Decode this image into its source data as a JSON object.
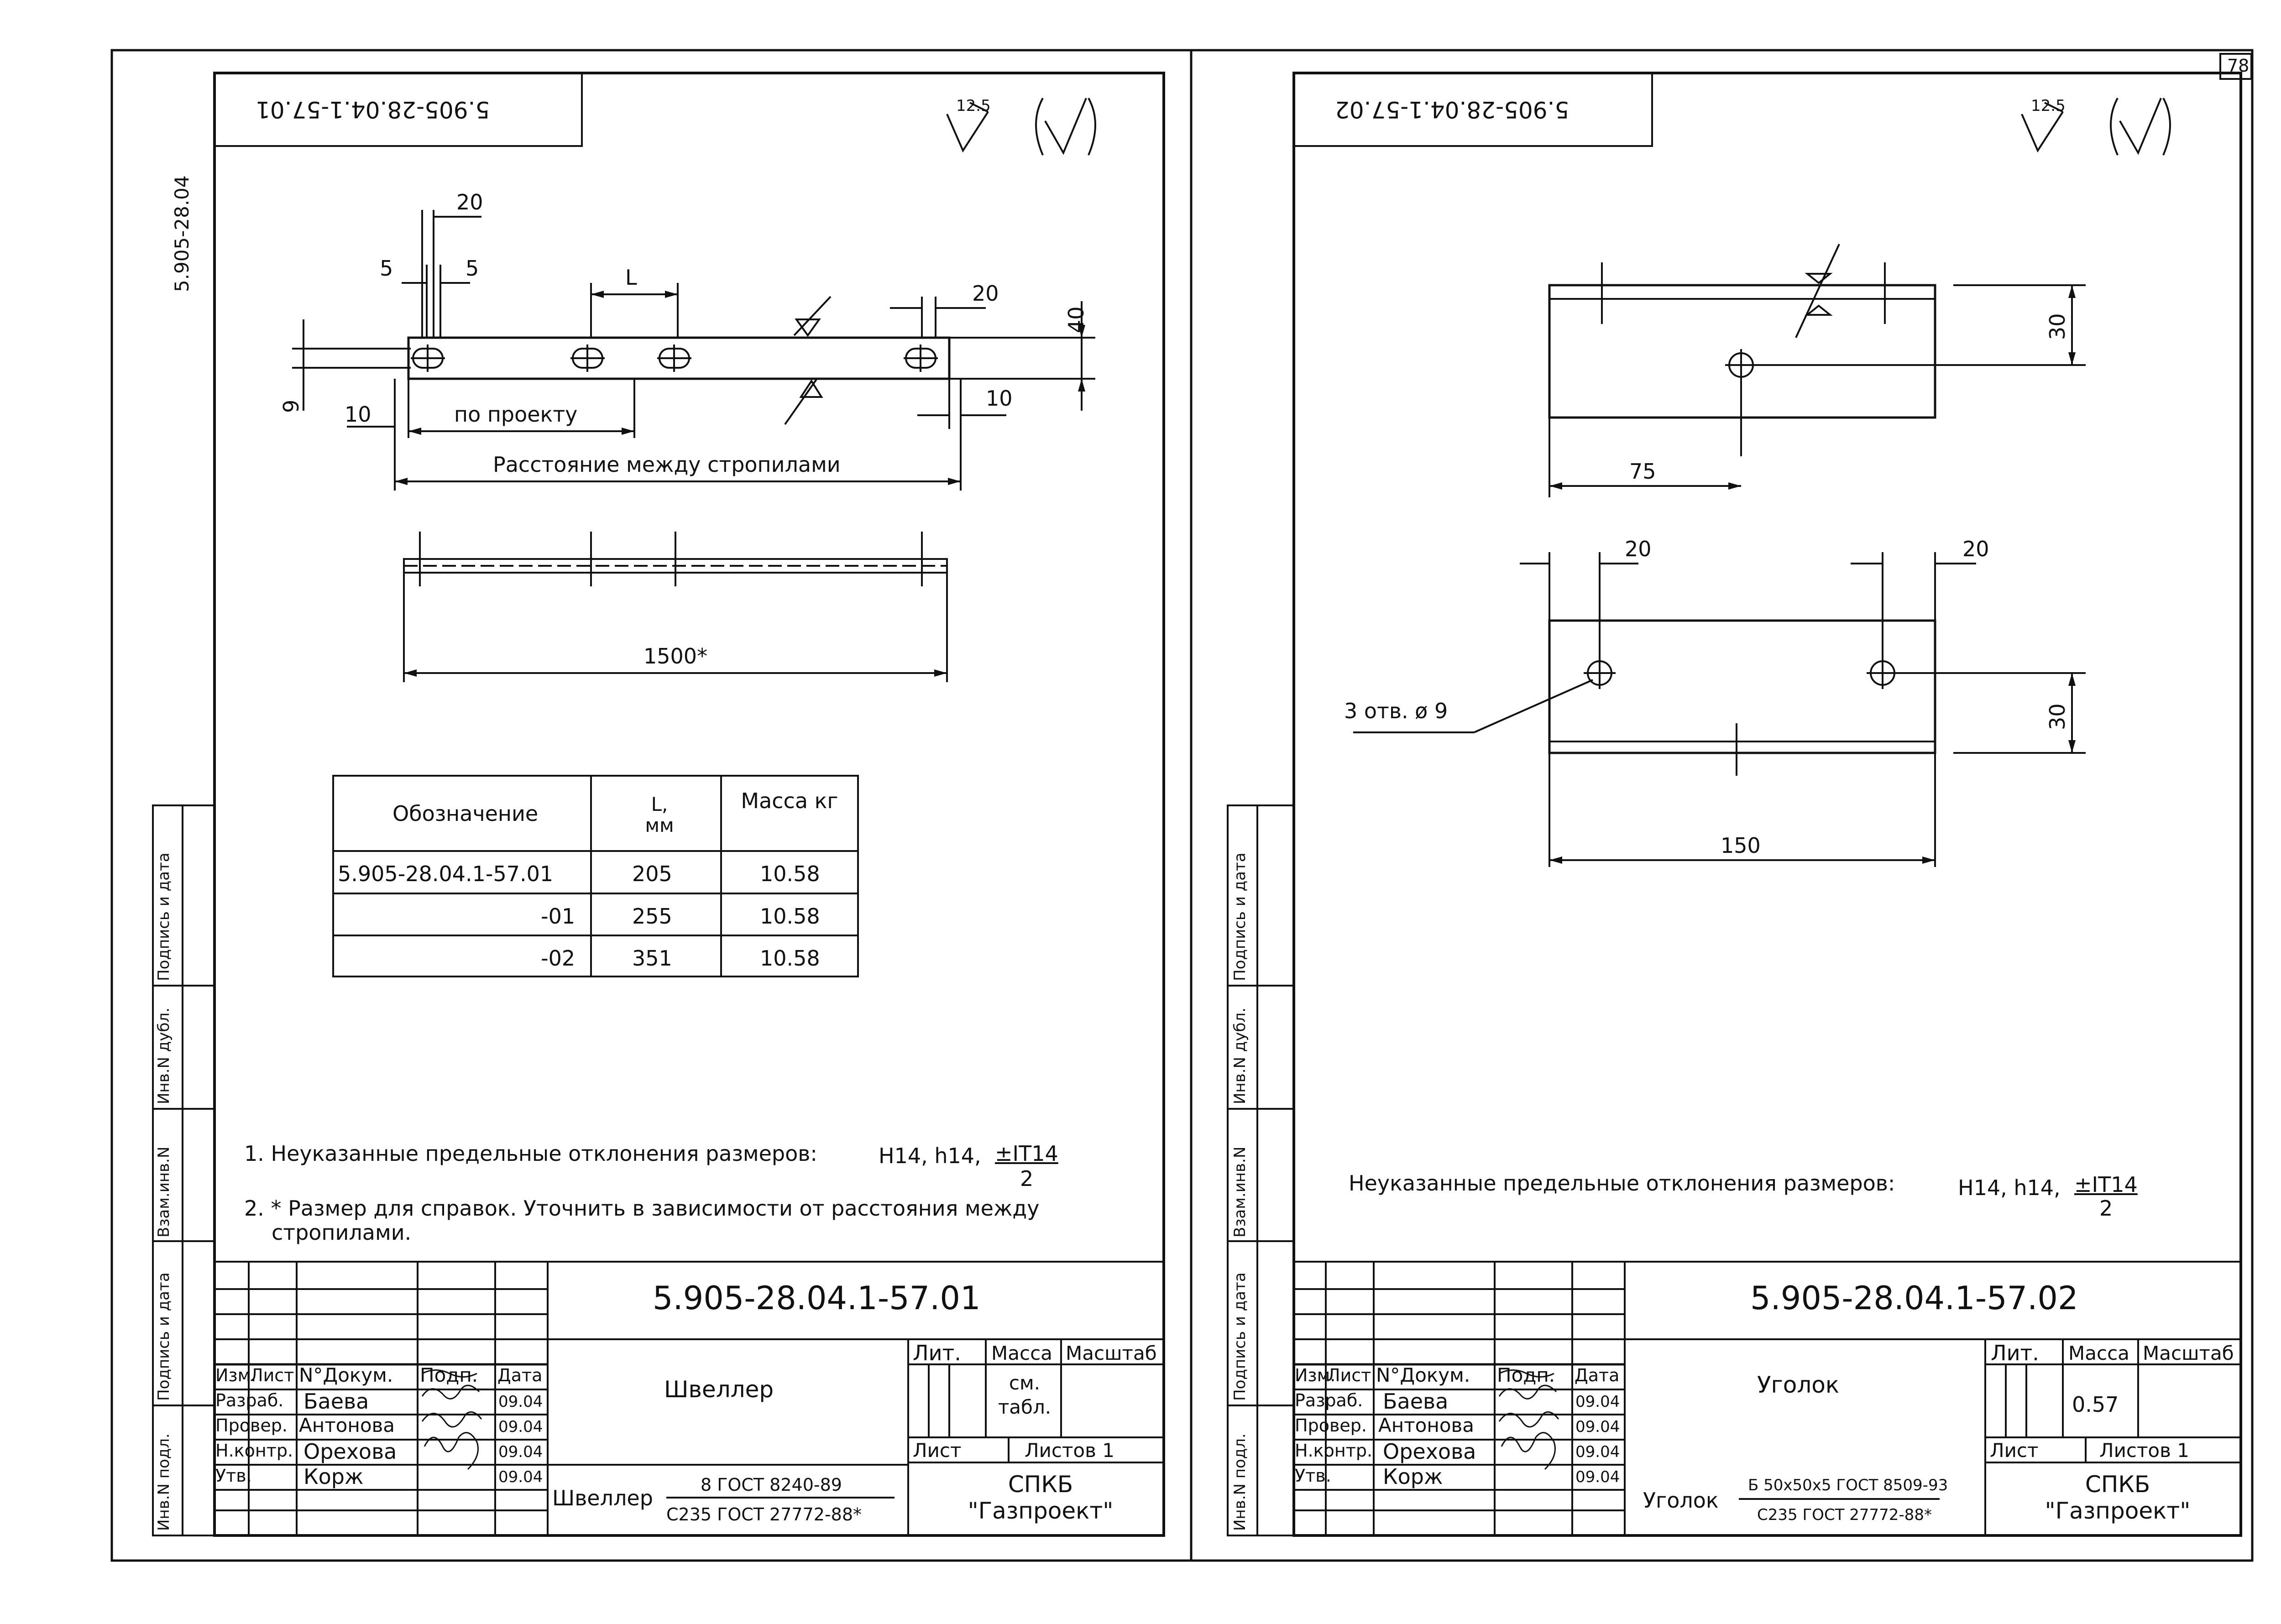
{
  "page_number": "78",
  "album_code": "5.905-28.04",
  "side_stamps": [
    "Инв.N подл.",
    "Подпись и дата",
    "Взам.инв.N",
    "Инв.N дубл.",
    "Подпись и дата"
  ],
  "sheets": [
    {
      "top_code": "5.905-28.04.1-57.01",
      "roughness": {
        "value": "12.5",
        "mark": "(√)"
      },
      "dims": {
        "d20": "20",
        "d5a": "5",
        "d5b": "5",
        "dL": "L",
        "d20r": "20",
        "d40": "40",
        "d9": "9",
        "d10l": "10",
        "d10r": "10",
        "by_project": "по проекту",
        "rafter_distance": "Расстояние между стропилами",
        "d1500": "1500*"
      },
      "table": {
        "headers": [
          "Обозначение",
          "L, мм",
          "Масса кг"
        ],
        "rows": [
          [
            "5.905-28.04.1-57.01",
            "205",
            "10.58"
          ],
          [
            "-01",
            "255",
            "10.58"
          ],
          [
            "-02",
            "351",
            "10.58"
          ]
        ]
      },
      "notes": {
        "n1_text": "1. Неуказанные предельные отклонения размеров:",
        "n1_tol": "H14, h14,",
        "n1_num": "±IT14",
        "n1_den": "2",
        "n2_line1": "2. * Размер для справок. Уточнить в зависимости от расстояния между",
        "n2_line2": "стропилами."
      },
      "title_block": {
        "doc_code": "5.905-28.04.1-57.01",
        "name": "Швеллер",
        "lit": "Лит.",
        "mass_label": "Масса",
        "scale_label": "Масштаб",
        "mass_value": "см. табл.",
        "sheet_label": "Лист",
        "sheets_label": "Листов 1",
        "org": "СПКБ \"Газпроект\"",
        "material_prefix": "Швеллер",
        "material_num": "8 ГОСТ 8240-89",
        "material_den": "С235 ГОСТ 27772-88*",
        "header": [
          "Изм.",
          "Лист",
          "N°Докум.",
          "Подп.",
          "Дата"
        ],
        "roles": [
          {
            "role": "Разраб.",
            "name": "Баева",
            "date": "09.04"
          },
          {
            "role": "Провер.",
            "name": "Антонова",
            "date": "09.04"
          },
          {
            "role": "Н.контр.",
            "name": "Орехова",
            "date": "09.04"
          },
          {
            "role": "Утв.",
            "name": "Корж",
            "date": "09.04"
          }
        ]
      }
    },
    {
      "top_code": "5.905-28.04.1-57.02",
      "roughness": {
        "value": "12.5",
        "mark": "(√)"
      },
      "dims": {
        "d30a": "30",
        "d75": "75",
        "d20a": "20",
        "d20b": "20",
        "holes": "3 отв. ø 9",
        "d30b": "30",
        "d150": "150"
      },
      "notes": {
        "n1_text": "Неуказанные предельные отклонения размеров:",
        "n1_tol": "H14, h14,",
        "n1_num": "±IT14",
        "n1_den": "2"
      },
      "title_block": {
        "doc_code": "5.905-28.04.1-57.02",
        "name": "Уголок",
        "lit": "Лит.",
        "mass_label": "Масса",
        "scale_label": "Масштаб",
        "mass_value": "0.57",
        "sheet_label": "Лист",
        "sheets_label": "Листов 1",
        "org": "СПКБ \"Газпроект\"",
        "material_prefix": "Уголок",
        "material_num": "Б 50x50x5 ГОСТ 8509-93",
        "material_den": "С235 ГОСТ 27772-88*",
        "header": [
          "Изм.",
          "Лист",
          "N°Докум.",
          "Подп.",
          "Дата"
        ],
        "roles": [
          {
            "role": "Разраб.",
            "name": "Баева",
            "date": "09.04"
          },
          {
            "role": "Провер.",
            "name": "Антонова",
            "date": "09.04"
          },
          {
            "role": "Н.контр.",
            "name": "Орехова",
            "date": "09.04"
          },
          {
            "role": "Утв.",
            "name": "Корж",
            "date": "09.04"
          }
        ]
      }
    }
  ]
}
